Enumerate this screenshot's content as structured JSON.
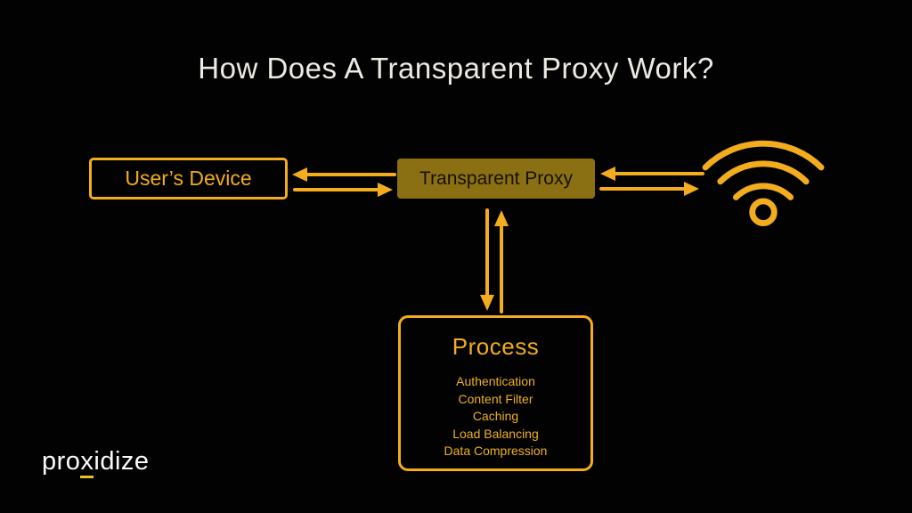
{
  "title": "How Does A Transparent Proxy Work?",
  "colors": {
    "background": "#020202",
    "gold_accent": "#F2AC1D",
    "proxy_fill": "#8A7012",
    "proxy_text": "#161103",
    "title_text": "#EDEAE4",
    "logo_text": "#FAFAFA",
    "logo_underline": "#E7C31C"
  },
  "nodes": {
    "user_device": {
      "label": "User’s Device"
    },
    "transparent_proxy": {
      "label": "Transparent Proxy"
    },
    "internet": {
      "icon": "wifi-icon"
    },
    "process": {
      "title": "Process",
      "items": [
        "Authentication",
        "Content Filter",
        "Caching",
        "Load Balancing",
        "Data Compression"
      ]
    }
  },
  "connections": [
    "internet-to-proxy",
    "proxy-to-internet",
    "proxy-to-device",
    "device-to-proxy",
    "proxy-to-process",
    "process-to-proxy"
  ],
  "logo": {
    "prefix": "pro",
    "underlined": "x",
    "suffix": "idize"
  }
}
